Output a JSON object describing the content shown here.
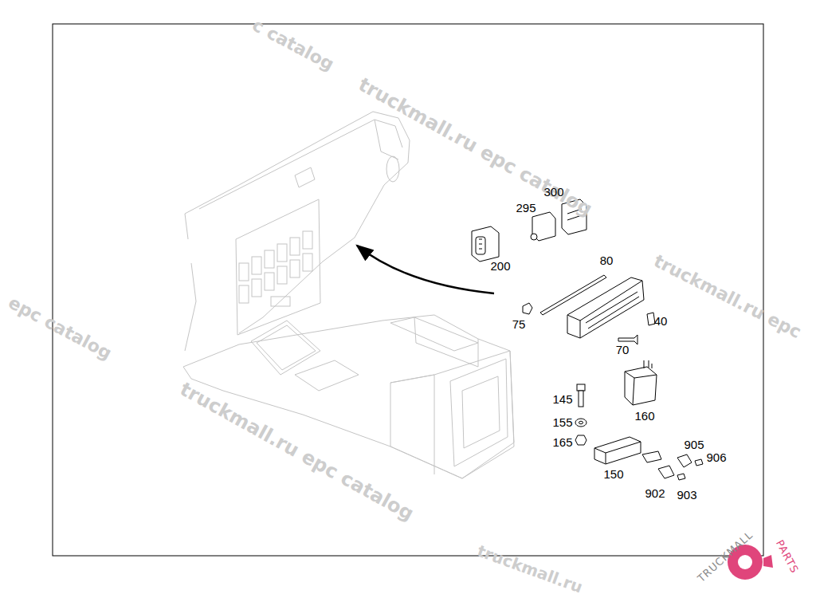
{
  "diagram": {
    "labels": [
      "c catalog",
      "truckmall.ru epc catalog",
      "truckmall.ru epc",
      "epc catalog",
      "truckmall.ru epc catalog",
      "truckmall.ru",
      "300",
      "295",
      "200",
      "80",
      "75",
      "40",
      "70",
      "145",
      "160",
      "155",
      "165",
      "905",
      "906",
      "150",
      "902",
      "903",
      "TRUCKMALL",
      "PARTS"
    ]
  }
}
